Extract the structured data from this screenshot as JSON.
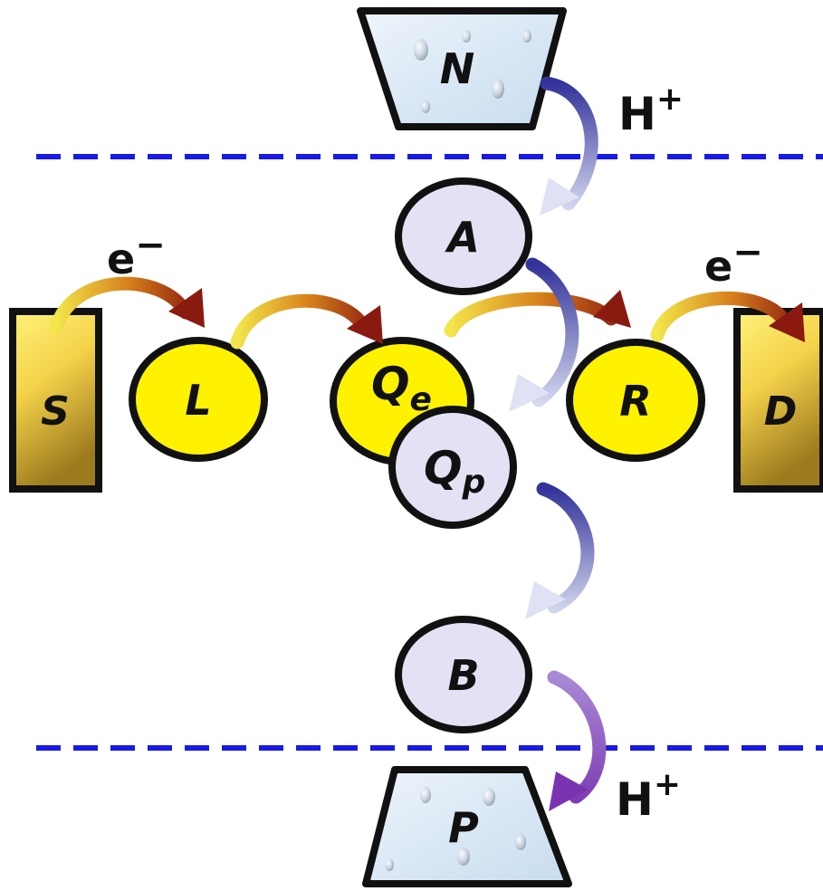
{
  "reservoirs": {
    "top": "N",
    "bottom": "P"
  },
  "leads": {
    "source": "S",
    "drain": "D"
  },
  "sites": {
    "left": "L",
    "right": "R",
    "A": "A",
    "B": "B"
  },
  "qubit": {
    "electron": {
      "base": "Q",
      "sub": "e"
    },
    "proton": {
      "base": "Q",
      "sub": "p"
    }
  },
  "labels": {
    "proton_top_base": "H",
    "proton_top_sup": "+",
    "proton_bottom_base": "H",
    "proton_bottom_sup": "+",
    "electron_left_base": "e",
    "electron_left_sup": "−",
    "electron_right_base": "e",
    "electron_right_sup": "−"
  },
  "colors": {
    "membrane_line": "#1a1ae6",
    "electron_site_fill": "#fff200",
    "proton_site_fill": "#e2e2f4",
    "reservoir_fill": "#d6e6f6",
    "lead_light": "#fff27a",
    "lead_dark": "#9c7a1e",
    "electron_arrow_start": "#f2e64a",
    "electron_arrow_end": "#8a1a10",
    "proton_arrow_start": "#d8dcf0",
    "proton_arrow_end": "#33339a",
    "proton_arrow_bottom_end": "#7a33b0",
    "outline": "#111111"
  }
}
